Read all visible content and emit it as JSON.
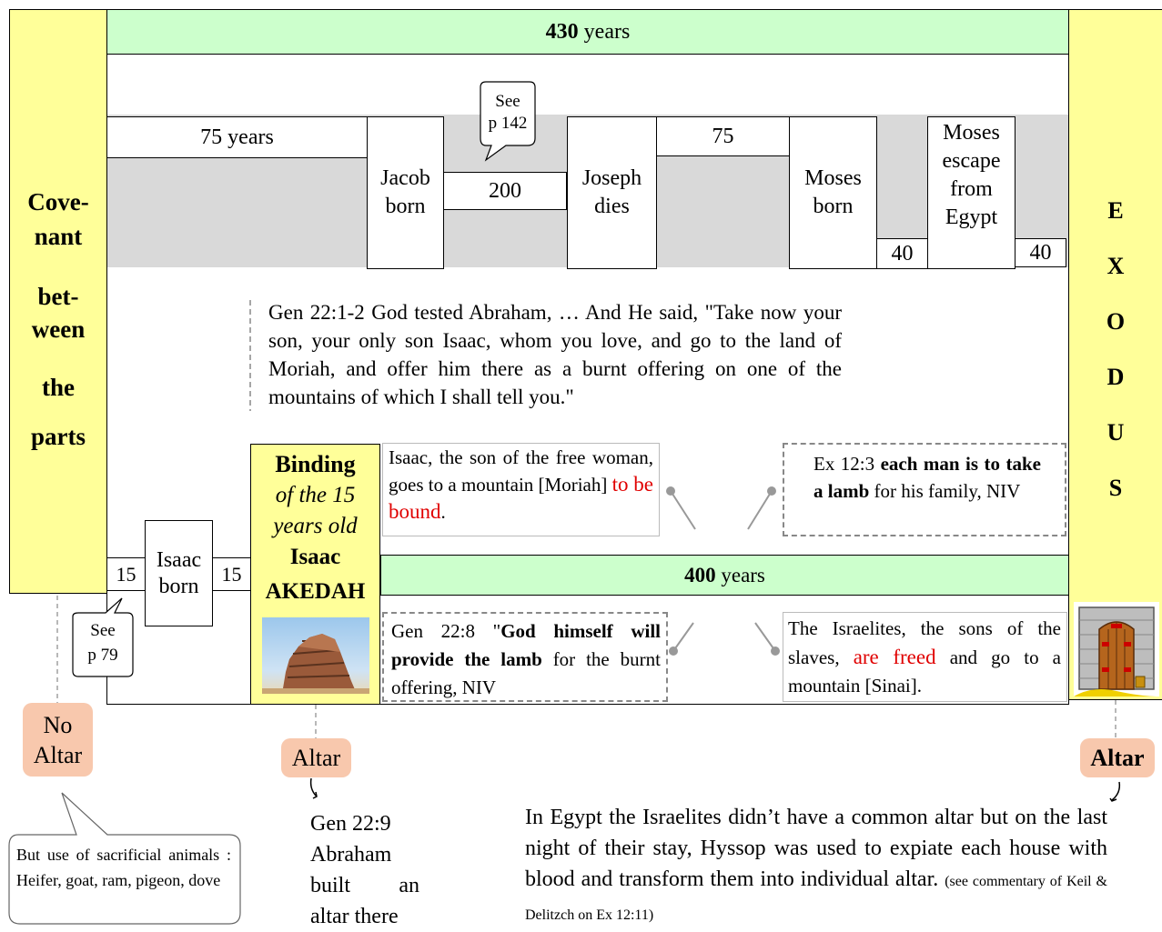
{
  "top_bar": {
    "number": "430",
    "unit": "years"
  },
  "left_pillar": {
    "lines": [
      "Cove-",
      "nant",
      "bet-",
      "ween",
      "the",
      "parts"
    ]
  },
  "right_pillar": {
    "letters": [
      "E",
      "X",
      "O",
      "D",
      "U",
      "S"
    ]
  },
  "timeline": {
    "seg_75_years": "75 years",
    "jacob": [
      "Jacob",
      "born"
    ],
    "see_142": [
      "See",
      "p 142"
    ],
    "seg_200": "200",
    "joseph": [
      "Joseph",
      "dies"
    ],
    "seg_75": "75",
    "moses_born": [
      "Moses",
      "born"
    ],
    "seg_40_a": "40",
    "moses_escape": [
      "Moses",
      "escape",
      "from",
      "Egypt"
    ],
    "seg_40_b": "40"
  },
  "quote_gen22": "Gen 22:1-2 God tested Abraham, … And He said, \"Take now your son, your only son Isaac, whom you love, and go to the land of Moriah, and offer him there as a burnt offering on one of the mountains of which I shall tell you.\"",
  "isaac_born": {
    "left": "15",
    "label": [
      "Isaac",
      "born"
    ],
    "right": "15"
  },
  "see_79": [
    "See",
    "p 79"
  ],
  "binding": {
    "title": "Binding",
    "line2": "of the 15",
    "line3": "years old",
    "name": "Isaac",
    "hebrew": "AKEDAH"
  },
  "isaac_text": {
    "before": "Isaac, the son of the free woman, goes to a mountain [Moriah] ",
    "red": "to be bound",
    "after": "."
  },
  "ex_12_3": {
    "ref": "Ex 12:3 ",
    "bold": "each man is to take a lamb",
    "after": " for his family, NIV"
  },
  "bottom_bar": {
    "number": "400",
    "unit": "years"
  },
  "gen_22_8": {
    "ref": "Gen 22:8 \"",
    "bold": "God himself will provide the lamb",
    "after": " for the burnt offering, NIV"
  },
  "israelites_text": {
    "before": "The Israelites, the sons of the slaves, ",
    "red": "are freed",
    "after": " and go to a mountain [Sinai]."
  },
  "altars": {
    "none": [
      "No",
      "Altar"
    ],
    "middle": "Altar",
    "right": "Altar"
  },
  "sacrifice_note": "But use of sacrificial animals : Heifer, goat, ram, pigeon, dove",
  "gen_22_9": [
    "Gen 22:9",
    "Abraham",
    "built an",
    "altar there"
  ],
  "egypt_text": {
    "main": "In Egypt the Israelites didn’t have a common altar but on the last night of their stay,  Hyssop was used to expiate each house with blood and transform them into individual altar.",
    "note": "(see commentary of Keil & Delitzch on Ex 12:11)"
  },
  "colors": {
    "green": "#ccffcc",
    "yellow": "#ffff99",
    "grey": "#d9d9d9",
    "peach": "#f8c8ad",
    "red": "#e00000"
  }
}
